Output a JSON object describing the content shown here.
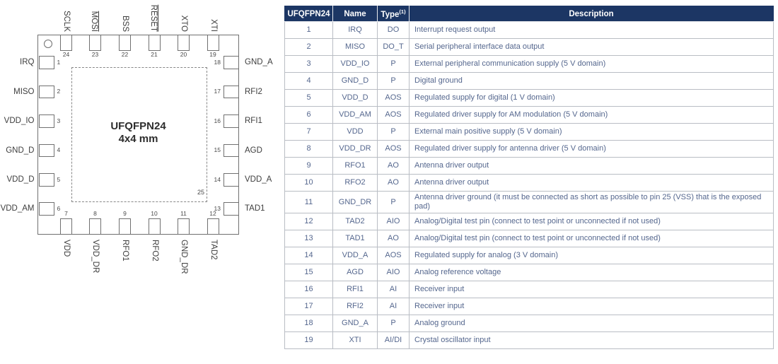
{
  "diagram": {
    "chip_title": "UFQFPN24",
    "chip_subtitle": "4x4 mm",
    "exposed_pad_pin": "25",
    "pins": {
      "top": [
        {
          "num": "24",
          "label": "SCLK",
          "overline": false
        },
        {
          "num": "23",
          "label": "MOSI",
          "overline": true
        },
        {
          "num": "22",
          "label": "BSS",
          "overline": false
        },
        {
          "num": "21",
          "label": "RESET",
          "overline": true
        },
        {
          "num": "20",
          "label": "XTO",
          "overline": false
        },
        {
          "num": "19",
          "label": "XTI",
          "overline": false
        }
      ],
      "left": [
        {
          "num": "1",
          "label": "IRQ"
        },
        {
          "num": "2",
          "label": "MISO"
        },
        {
          "num": "3",
          "label": "VDD_IO"
        },
        {
          "num": "4",
          "label": "GND_D"
        },
        {
          "num": "5",
          "label": "VDD_D"
        },
        {
          "num": "6",
          "label": "VDD_AM"
        }
      ],
      "right": [
        {
          "num": "18",
          "label": "GND_A"
        },
        {
          "num": "17",
          "label": "RFI2"
        },
        {
          "num": "16",
          "label": "RFI1"
        },
        {
          "num": "15",
          "label": "AGD"
        },
        {
          "num": "14",
          "label": "VDD_A"
        },
        {
          "num": "13",
          "label": "TAD1"
        }
      ],
      "bottom": [
        {
          "num": "7",
          "label": "VDD"
        },
        {
          "num": "8",
          "label": "VDD_DR"
        },
        {
          "num": "9",
          "label": "RFO1"
        },
        {
          "num": "10",
          "label": "RFO2"
        },
        {
          "num": "11",
          "label": "GND_DR"
        },
        {
          "num": "12",
          "label": "TAD2"
        }
      ]
    }
  },
  "table": {
    "headers": {
      "pin": "UFQFPN24",
      "name": "Name",
      "type": "Type",
      "type_sup": "(1)",
      "description": "Description"
    },
    "rows": [
      {
        "pin": "1",
        "name": "IRQ",
        "type": "DO",
        "description": "Interrupt request output"
      },
      {
        "pin": "2",
        "name": "MISO",
        "type": "DO_T",
        "description": "Serial peripheral interface data output"
      },
      {
        "pin": "3",
        "name": "VDD_IO",
        "type": "P",
        "description": "External peripheral communication supply (5 V domain)"
      },
      {
        "pin": "4",
        "name": "GND_D",
        "type": "P",
        "description": "Digital ground"
      },
      {
        "pin": "5",
        "name": "VDD_D",
        "type": "AOS",
        "description": "Regulated supply for digital (1 V domain)"
      },
      {
        "pin": "6",
        "name": "VDD_AM",
        "type": "AOS",
        "description": "Regulated driver supply for AM modulation (5 V domain)"
      },
      {
        "pin": "7",
        "name": "VDD",
        "type": "P",
        "description": "External main positive supply (5 V domain)"
      },
      {
        "pin": "8",
        "name": "VDD_DR",
        "type": "AOS",
        "description": "Regulated driver supply for antenna driver (5 V domain)"
      },
      {
        "pin": "9",
        "name": "RFO1",
        "type": "AO",
        "description": "Antenna driver output"
      },
      {
        "pin": "10",
        "name": "RFO2",
        "type": "AO",
        "description": "Antenna driver output"
      },
      {
        "pin": "11",
        "name": "GND_DR",
        "type": "P",
        "description": "Antenna driver ground (it must be connected as short as possible to pin 25 (VSS) that is the exposed pad)"
      },
      {
        "pin": "12",
        "name": "TAD2",
        "type": "AIO",
        "description": "Analog/Digital test pin (connect to test point or unconnected if not used)"
      },
      {
        "pin": "13",
        "name": "TAD1",
        "type": "AO",
        "description": "Analog/Digital test pin (connect to test point or unconnected if not used)"
      },
      {
        "pin": "14",
        "name": "VDD_A",
        "type": "AOS",
        "description": "Regulated supply for analog (3 V domain)"
      },
      {
        "pin": "15",
        "name": "AGD",
        "type": "AIO",
        "description": "Analog reference voltage"
      },
      {
        "pin": "16",
        "name": "RFI1",
        "type": "AI",
        "description": "Receiver input"
      },
      {
        "pin": "17",
        "name": "RFI2",
        "type": "AI",
        "description": "Receiver input"
      },
      {
        "pin": "18",
        "name": "GND_A",
        "type": "P",
        "description": "Analog ground"
      },
      {
        "pin": "19",
        "name": "XTI",
        "type": "AI/DI",
        "description": "Crystal oscillator input"
      }
    ]
  },
  "colors": {
    "header_bg": "#1c3664",
    "header_text": "#ffffff",
    "body_text": "#55678e",
    "table_border": "#b9bdc4",
    "diagram_stroke": "#707070",
    "label_text": "#3d3d3d"
  }
}
